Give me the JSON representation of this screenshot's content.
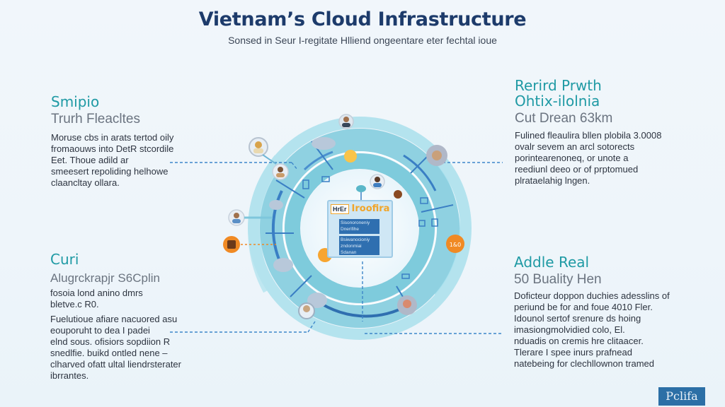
{
  "header": {
    "title": "Vietnam’s Cloud Infrastructure",
    "subtitle": "Sonsed in Seur I-regitate Hlliend ongeentare eter fechtal ioue"
  },
  "panels": {
    "top_left": {
      "heading": "Smipio",
      "subheading": "Trurh Fleacltes",
      "lines": [
        "Moruse cbs in arats tertod oily",
        "fromaouws into DetR stcordile",
        "Eet. Thoue adild ar",
        "smeesert repoliding helhowe",
        "claancltay ollara."
      ]
    },
    "bottom_left": {
      "heading": "Curi",
      "subheading": "Alugrckrapjr S6Cplin",
      "intro_lines": [
        "fosoia lond anino dmrs",
        "bletve.c R0."
      ],
      "lines": [
        "Fuelutioue afiare nacuored asu",
        "eouporuht to dea I padei",
        "elnd sous. ofisiors sopdiion R",
        "snedlfie. buikd ontled nene –",
        "clharved ofatt ultal liendrsterater",
        "ibrrantes."
      ]
    },
    "top_right": {
      "heading_line1": "Rerird Prwth",
      "heading_line2": "Ohtix-ilolnia",
      "subheading": "Cut Drean 63km",
      "lines": [
        "Fulined fleaulira bllen plobila 3.0008",
        "ovalr sevem an arcl sotorects",
        "porintearenoneq, or unote a",
        "reediunl deeo or of prptomued",
        "plrataelahig lngen."
      ]
    },
    "bottom_right": {
      "heading": "Addle Real",
      "subheading": "50 Buality Hen",
      "lines": [
        "Doficteur doppon duchies adesslins of",
        "periund be for and foue 4010 Fler.",
        "Idounol sertof srenure ds hoing",
        "imasiongmolvidied colo, El.",
        "nduadis on cremis hre clitaacer.",
        "Tlerare I spee inurs prafnead",
        "natebeing for clechllownon tramed"
      ]
    }
  },
  "center_card": {
    "tag": "HrEr",
    "title": "Iroofira",
    "row1": "Sisonoroneniy Dnerifihe",
    "row2": "Bsiwanocioniy zndonmiai Sdanan"
  },
  "icons": [
    "avatar-person-top",
    "avatar-person-left-upper",
    "avatar-person-left-mid",
    "avatar-person-left-lower",
    "avatar-person-center",
    "avatar-person-bottom",
    "orange-badge-left",
    "orange-badge-right",
    "sun-icon",
    "cloud-icon",
    "gear-icon",
    "server-icon"
  ],
  "colors": {
    "title": "#1d3b6b",
    "teal_heading": "#1f9aa4",
    "ring_light": "#9ed8e6",
    "ring_mid": "#6fc3d6",
    "ring_dark": "#3a7fc4",
    "card_bg": "#cde6f5",
    "card_row": "#2f6fb0",
    "card_title": "#f1a52a",
    "orange_accent": "#f08a24"
  },
  "footer": {
    "badge": "Pclifa"
  }
}
